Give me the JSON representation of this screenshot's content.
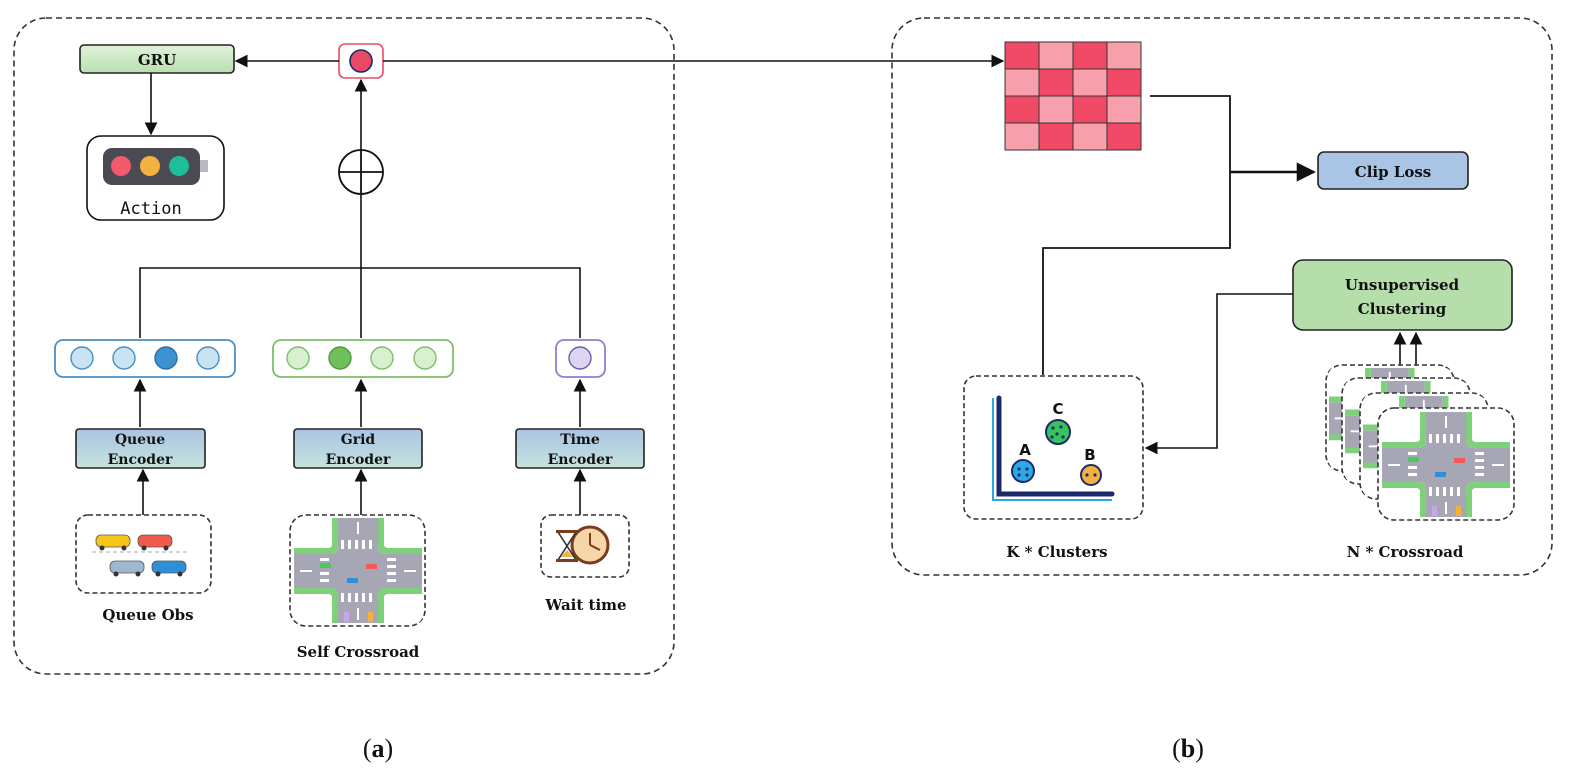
{
  "panel_a": {
    "gru_label": "GRU",
    "action_label": "Action",
    "queue_encoder_label": [
      "Queue",
      "Encoder"
    ],
    "grid_encoder_label": [
      "Grid",
      "Encoder"
    ],
    "time_encoder_label": [
      "Time",
      "Encoder"
    ],
    "queue_obs_caption": "Queue Obs",
    "self_crossroad_caption": "Self Crossroad",
    "wait_time_caption": "Wait time"
  },
  "panel_b": {
    "clip_loss_label": "Clip Loss",
    "clustering_label": [
      "Unsupervised",
      "Clustering"
    ],
    "clusters_caption": "K * Clusters",
    "crossroad_caption": "N * Crossroad",
    "cluster_letters": [
      "A",
      "B",
      "C"
    ]
  },
  "subfigure_labels": {
    "a": "a",
    "b": "b"
  },
  "colors": {
    "green_fill": "#cfe9c8",
    "blue_fill": "#a9c4e4",
    "gradient_end": "#c6e3dd",
    "matrix_dark": "#f04a66",
    "matrix_light": "#f7a0ac",
    "accent_red": "#e84a66",
    "cluster_blue": "#2ba9e6",
    "cluster_green": "#36c55b",
    "cluster_orange": "#f5b140",
    "road_green": "#7fd07a",
    "road_gray": "#a7a6b4"
  },
  "icons": {
    "concat": "circle-plus-icon",
    "traffic_light": "traffic-light-icon",
    "cars": "car-icon",
    "clock": "clock-hourglass-icon",
    "crossroad": "crossroad-icon",
    "scatter": "scatter-plot-icon",
    "similarity": "similarity-matrix-icon"
  }
}
